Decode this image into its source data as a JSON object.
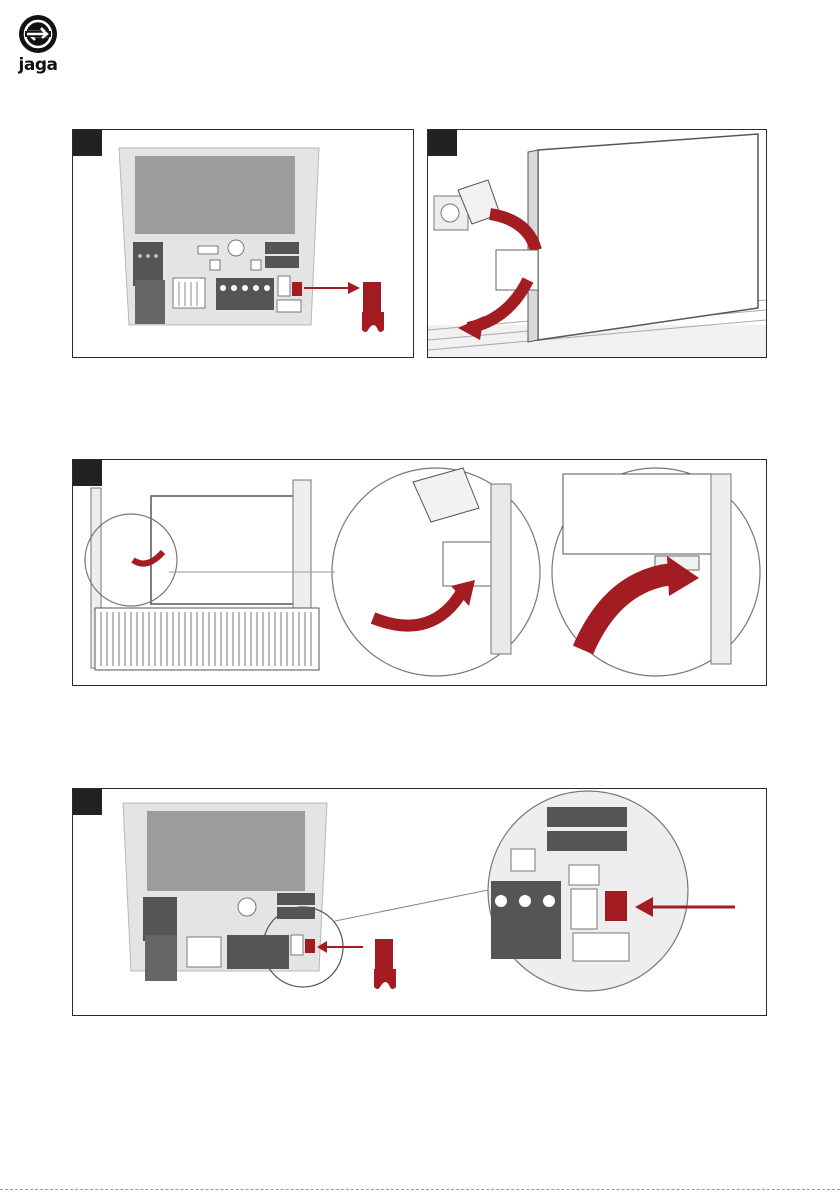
{
  "brand": {
    "name": "jaga",
    "logo_icon": "jaga-circle-arrows-icon"
  },
  "colors": {
    "accent_red": "#a31c21",
    "board_gray": "#d7d7d7",
    "board_dark": "#555555",
    "tab_black": "#222222"
  },
  "steps": [
    {
      "id": "step-1a",
      "content": "pcb-with-red-jumper-removed",
      "icons": [
        "jumper-icon",
        "arrow-icon"
      ]
    },
    {
      "id": "step-1b",
      "content": "unplug-sensor-cable-from-unit",
      "icons": [
        "plug-icon",
        "curved-arrow-icon"
      ]
    },
    {
      "id": "step-2",
      "content": "route-cable-along-heat-exchanger-with-detail-zooms",
      "icons": [
        "zoom-circle-icon",
        "curved-arrow-icon"
      ]
    },
    {
      "id": "step-3",
      "content": "pcb-jumper-position-detail",
      "icons": [
        "jumper-icon",
        "arrow-icon",
        "zoom-circle-icon"
      ]
    }
  ]
}
